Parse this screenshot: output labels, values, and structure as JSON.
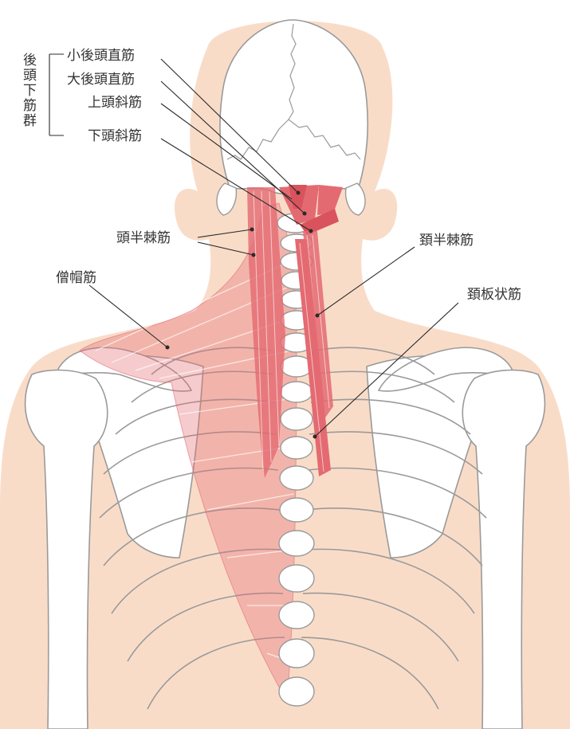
{
  "group_label": "後頭下筋群",
  "labels": {
    "rectus_capitis_posterior_minor": "小後頭直筋",
    "rectus_capitis_posterior_major": "大後頭直筋",
    "obliquus_capitis_superior": "上頭斜筋",
    "obliquus_capitis_inferior": "下頭斜筋",
    "semispinalis_capitis": "頭半棘筋",
    "trapezius": "僧帽筋",
    "semispinalis_cervicis": "頚半棘筋",
    "splenius_cervicis": "頚板状筋"
  },
  "colors": {
    "skin": "#f9dcc8",
    "bone_fill": "#ffffff",
    "bone_stroke": "#9a9a9a",
    "muscle": "#e46a72",
    "muscle_light": "#f2a8ad",
    "leader": "#2a2a2a"
  }
}
